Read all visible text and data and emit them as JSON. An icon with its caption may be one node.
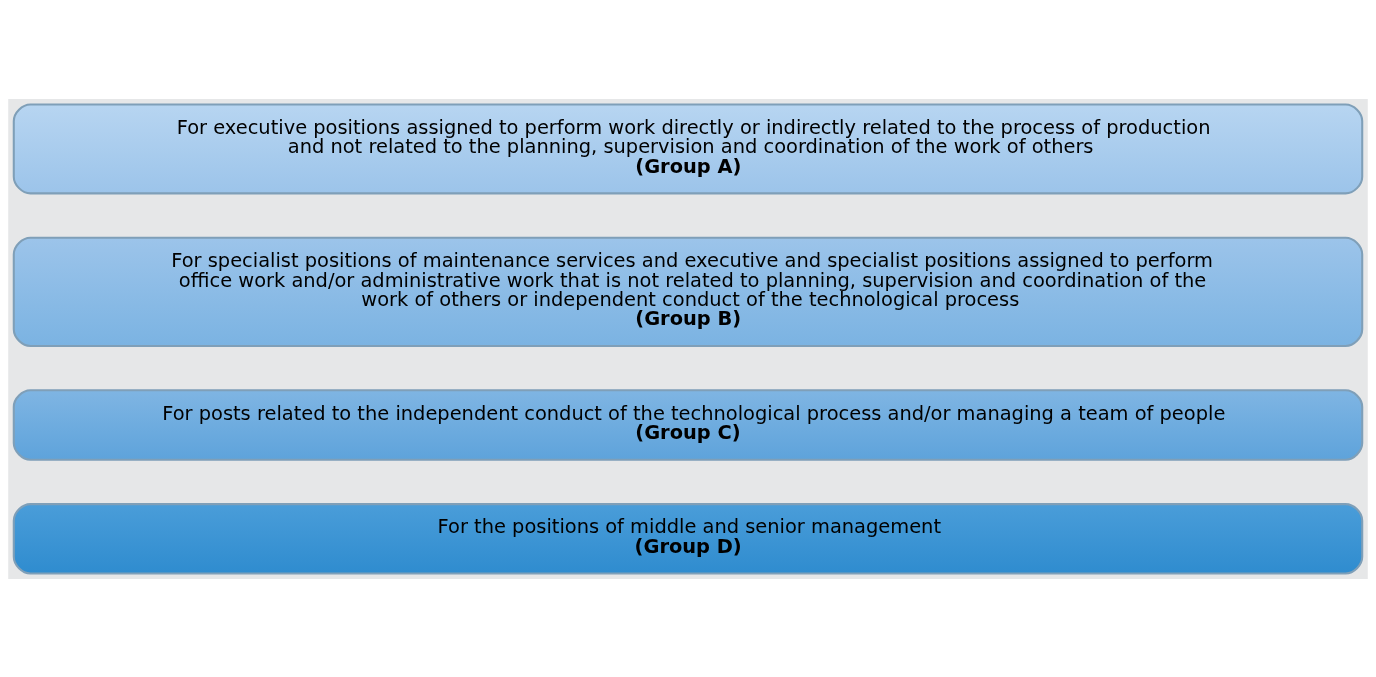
{
  "diagram": {
    "nodes": [
      {
        "text": [
          "For executive positions assigned to perform work directly or indirectly related to the process of production and not related to the planning, supervision and coordination of the work of others",
          "(Group A)"
        ]
      },
      {
        "text": [
          "For specialist positions of maintenance services and executive and specialist positions assigned to perform office work and/or administrative work that is not related to planning, supervision and coordination of the work of others or independent conduct of the technological process",
          "(Group B)"
        ]
      },
      {
        "text": [
          "For posts related to the independent conduct of the technological process and/or managing a team of people",
          "(Group C)"
        ]
      },
      {
        "text": [
          "For the positions of middle and senior management",
          "(Group D)"
        ]
      }
    ],
    "edges": []
  }
}
